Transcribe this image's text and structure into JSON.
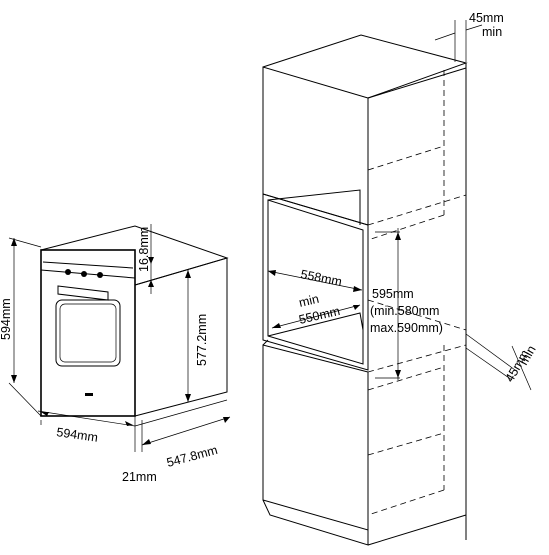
{
  "oven": {
    "width_front": "594mm",
    "height_left": "594mm",
    "height_body": "577.2mm",
    "depth": "547.8mm",
    "panel_height": "16.8mm",
    "door_offset": "21mm"
  },
  "cabinet": {
    "top_gap_value": "45mm",
    "top_gap_min": "min",
    "niche_depth": "558mm",
    "niche_width_min_label": "min",
    "niche_width": "550mm",
    "niche_height": "595mm",
    "niche_height_min": "(min.580mm",
    "niche_height_max": "max.590mm)",
    "side_gap_value": "45mm",
    "side_gap_min": "min"
  }
}
